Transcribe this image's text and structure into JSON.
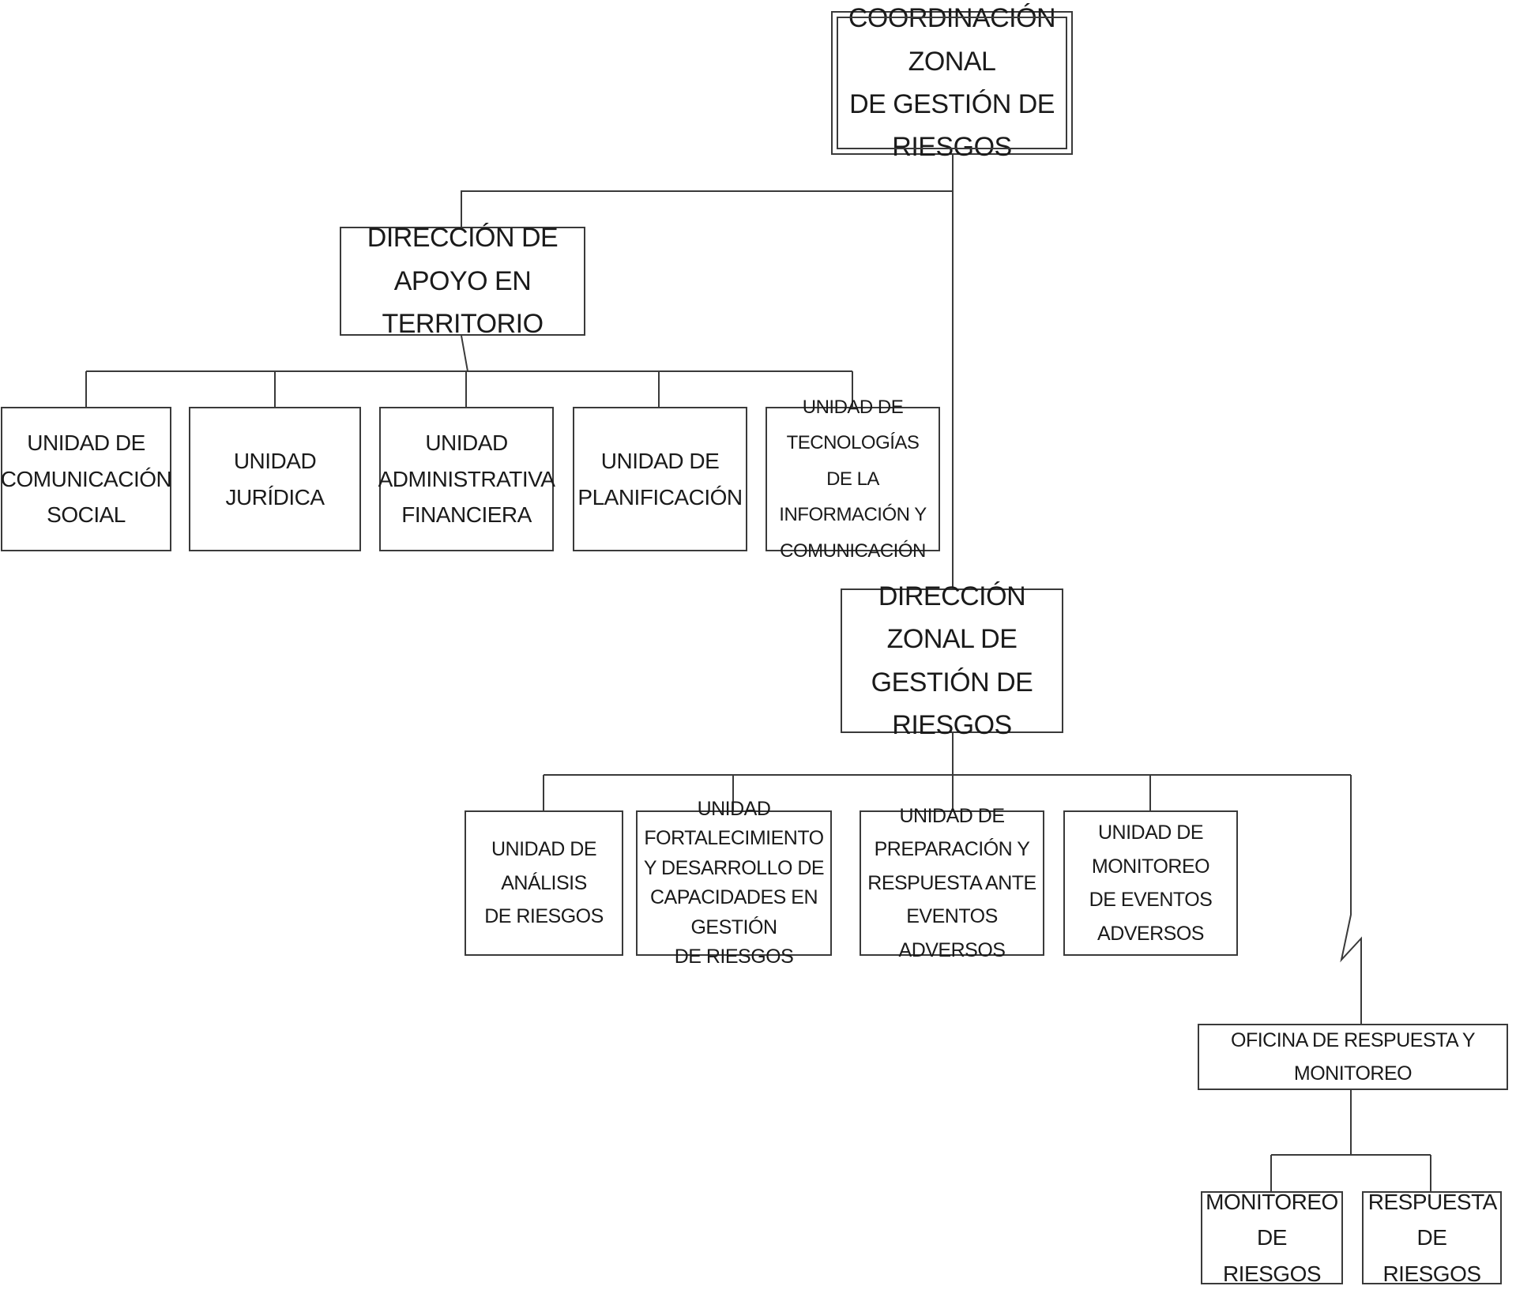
{
  "nodes": {
    "coordinacion": "COORDINACIÓN ZONAL\nDE GESTIÓN DE RIESGOS",
    "apoyo_territorio": "DIRECCIÓN DE APOYO EN\nTERRITORIO",
    "comunicacion_social": "UNIDAD DE\nCOMUNICACIÓN\nSOCIAL",
    "juridica": "UNIDAD JURÍDICA",
    "administrativa_financiera": "UNIDAD\nADMINISTRATIVA\nFINANCIERA",
    "planificacion": "UNIDAD DE\nPLANIFICACIÓN",
    "tecnologias": "UNIDAD DE TECNOLOGÍAS\nDE LA INFORMACIÓN Y\nCOMUNICACIÓN",
    "direccion_zonal": "DIRECCIÓN ZONAL DE\nGESTIÓN DE RIESGOS",
    "analisis_riesgos": "UNIDAD DE ANÁLISIS\nDE RIESGOS",
    "fortalecimiento": "UNIDAD  FORTALECIMIENTO\nY DESARROLLO DE\nCAPACIDADES EN GESTIÓN\nDE RIESGOS",
    "preparacion_respuesta": "UNIDAD DE PREPARACIÓN Y\nRESPUESTA ANTE EVENTOS\nADVERSOS",
    "monitoreo_eventos": "UNIDAD DE MONITOREO\nDE EVENTOS ADVERSOS",
    "oficina_respuesta": "OFICINA DE RESPUESTA Y MONITOREO",
    "monitoreo_riesgos": "MONITOREO DE\nRIESGOS",
    "respuesta_riesgos": "RESPUESTA DE\nRIESGOS"
  }
}
